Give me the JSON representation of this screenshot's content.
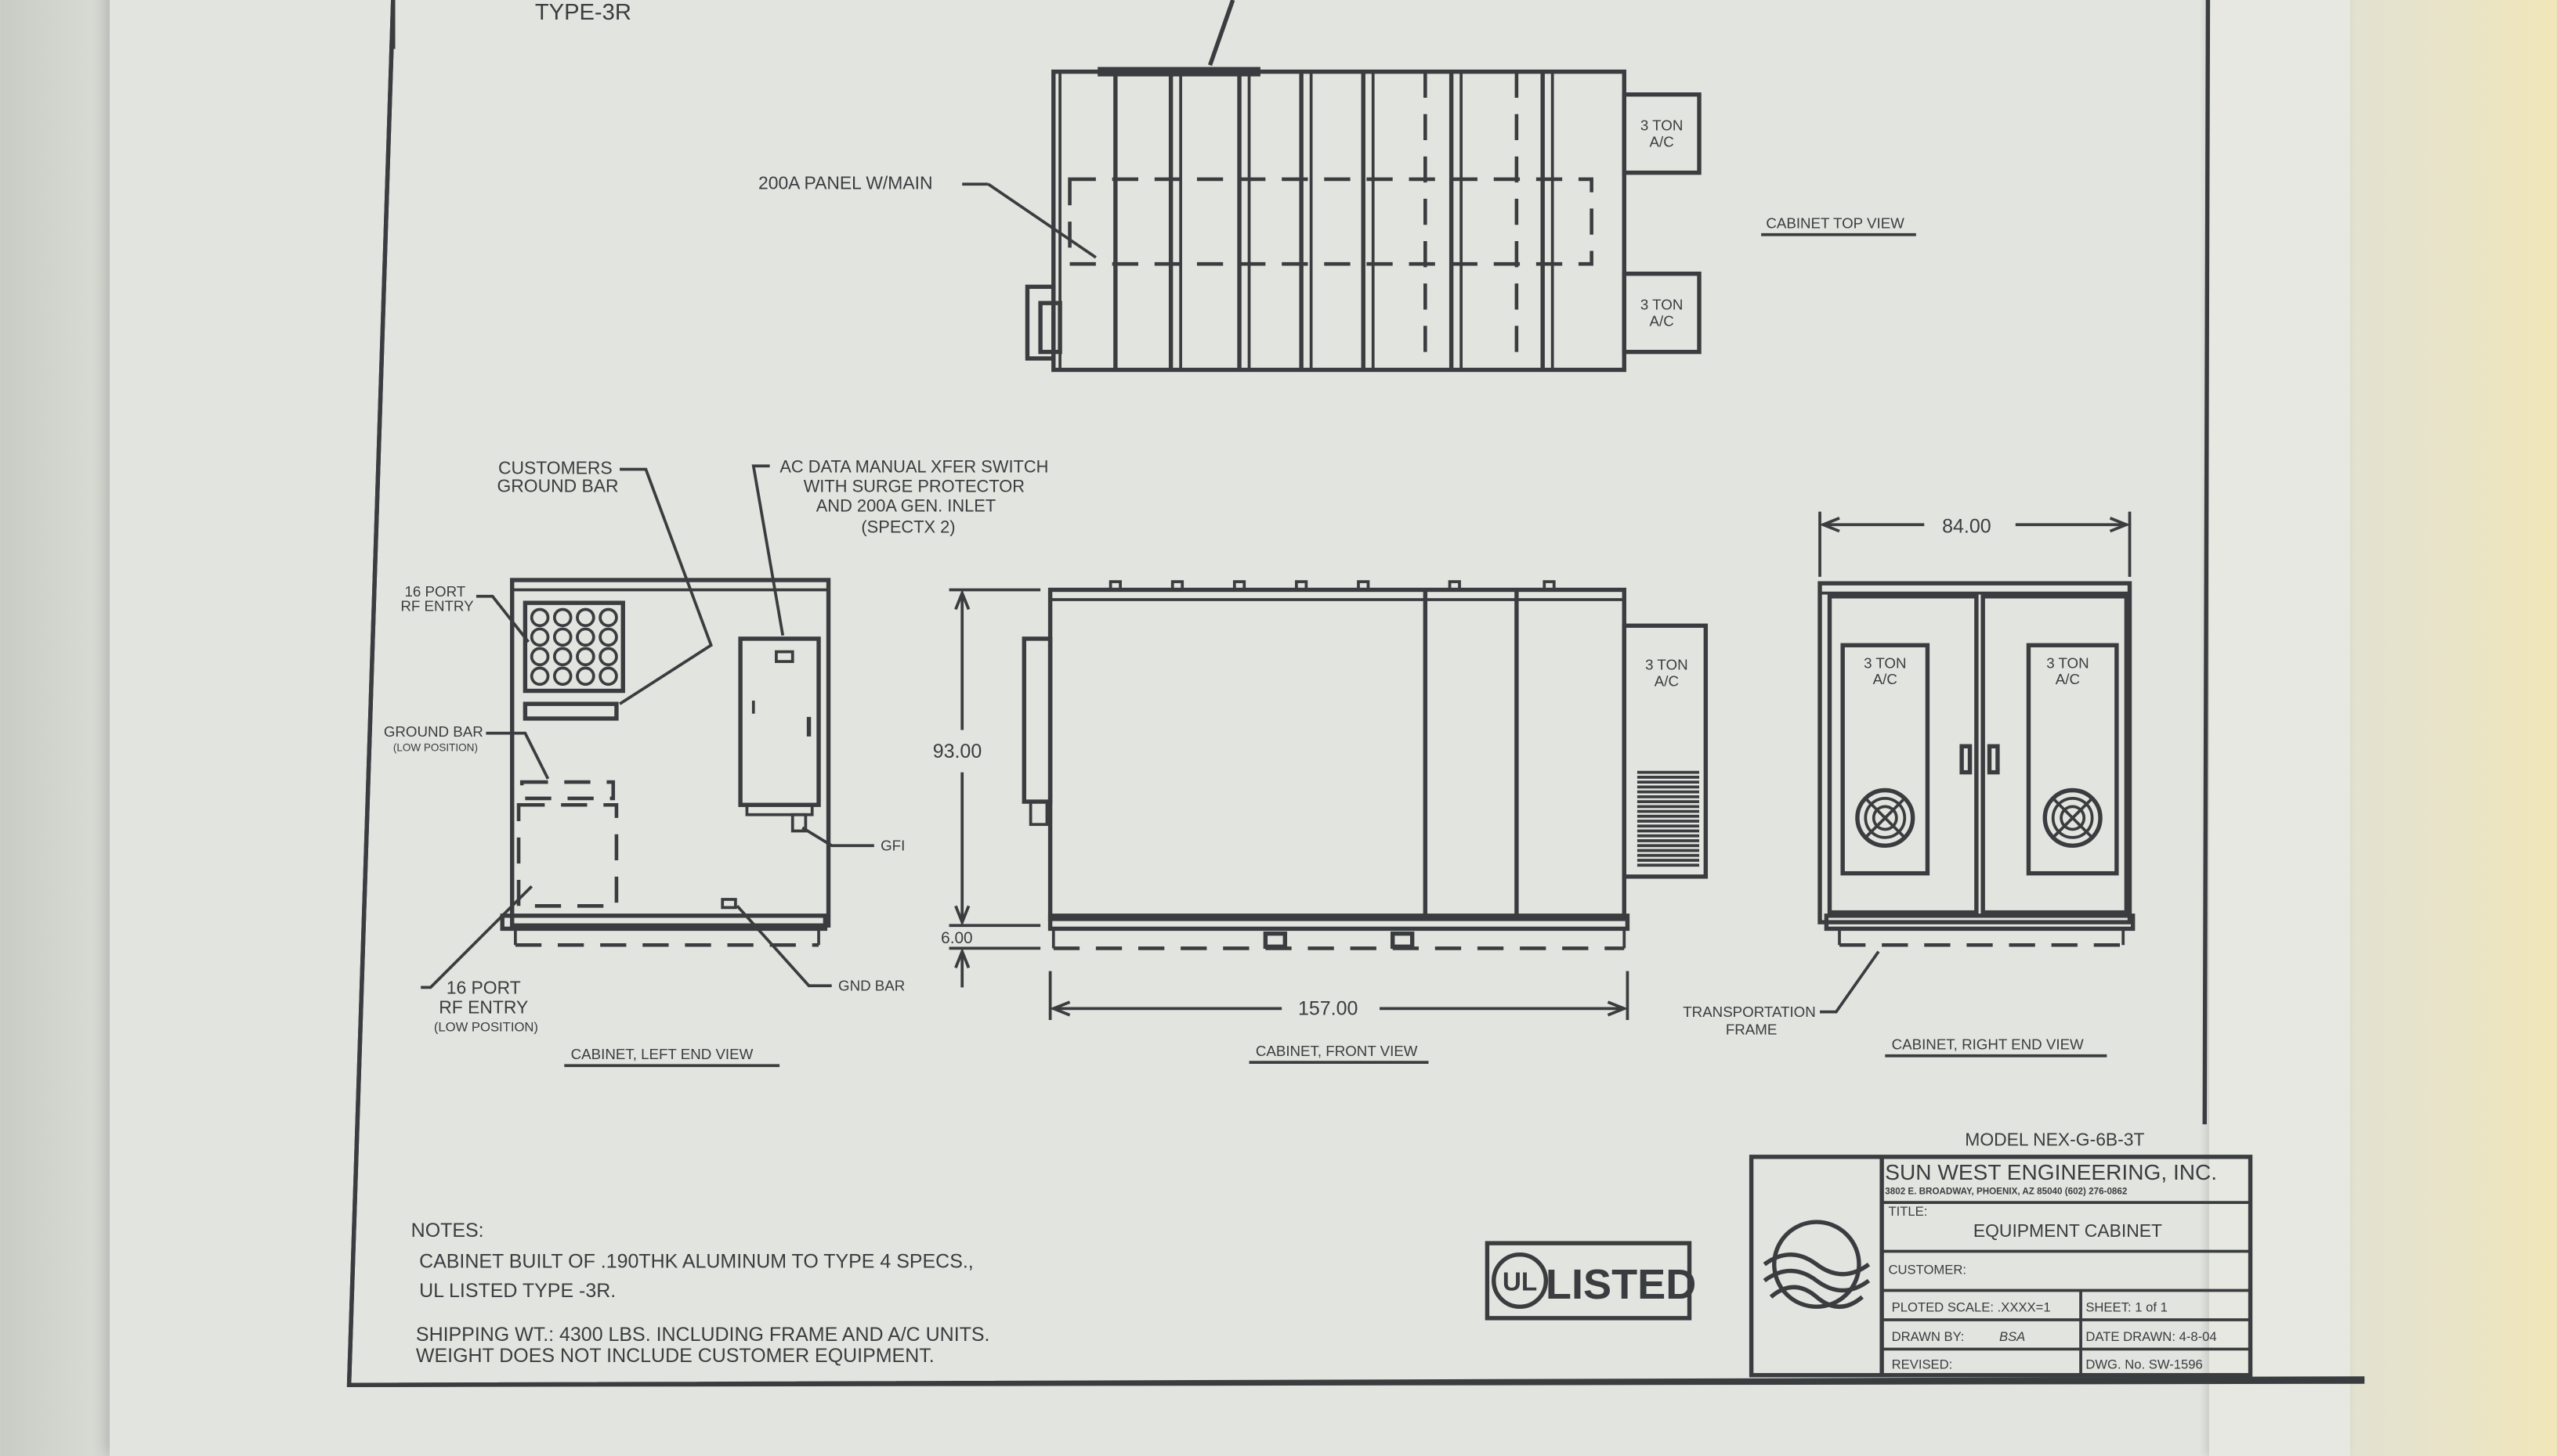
{
  "drawing": {
    "top_label": "TYPE-3R",
    "top_view": {
      "panel_label": "200A PANEL W/MAIN",
      "ac_unit_1": "3 TON A/C",
      "ac_unit_2": "3 TON A/C",
      "caption": "CABINET TOP VIEW"
    },
    "left_view": {
      "customers_ground_bar": [
        "CUSTOMERS",
        "GROUND BAR"
      ],
      "ac_data_switch": [
        "AC DATA MANUAL XFER SWITCH",
        "WITH SURGE PROTECTOR",
        "AND 200A GEN. INLET",
        "(SPECTX 2)"
      ],
      "port_entry_top": [
        "16 PORT",
        "RF ENTRY"
      ],
      "ground_bar_low": [
        "GROUND BAR",
        "(LOW POSITION)"
      ],
      "gfi": "GFI",
      "gnd_bar": "GND BAR",
      "port_entry_low": [
        "16 PORT",
        "RF ENTRY",
        "(LOW POSITION)"
      ],
      "caption": "CABINET, LEFT END VIEW"
    },
    "front_view": {
      "height_dim": "93.00",
      "base_dim": "6.00",
      "width_dim": "157.00",
      "ac_unit": "3 TON A/C",
      "caption": "CABINET, FRONT VIEW"
    },
    "right_view": {
      "width_dim": "84.00",
      "ac_unit_left": "3 TON A/C",
      "ac_unit_right": "3 TON A/C",
      "transport_frame": [
        "TRANSPORTATION",
        "FRAME"
      ],
      "caption": "CABINET, RIGHT END VIEW"
    },
    "notes": {
      "heading": "NOTES:",
      "lines": [
        "CABINET BUILT OF .190THK ALUMINUM TO TYPE 4 SPECS.,",
        "UL LISTED TYPE -3R.",
        "SHIPPING WT.: 4300 LBS. INCLUDING FRAME AND A/C UNITS.",
        "WEIGHT DOES NOT INCLUDE CUSTOMER EQUIPMENT."
      ]
    },
    "ul_badge": {
      "logo": "UL",
      "text": "LISTED"
    },
    "title_block": {
      "model": "MODEL NEX-G-6B-3T",
      "company": "SUN WEST ENGINEERING, INC.",
      "address": "3802 E. BROADWAY, PHOENIX, AZ 85040  (602) 276-0862",
      "title_label": "TITLE:",
      "title_value": "EQUIPMENT CABINET",
      "customer_label": "CUSTOMER:",
      "scale": "PLOTED SCALE: .XXXX=1",
      "sheet": "SHEET:   1  of  1",
      "drawn_by_label": "DRAWN BY:",
      "drawn_by_value": "BSA",
      "date_drawn": "DATE DRAWN: 4-8-04",
      "revised_label": "REVISED:",
      "dwg_no": "DWG. No. SW-1596"
    }
  }
}
